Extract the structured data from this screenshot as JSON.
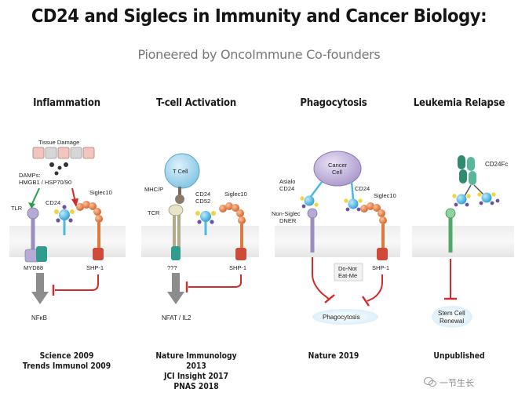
{
  "header": {
    "title": "CD24 and Siglecs in Immunity and Cancer Biology:",
    "subtitle": "Pioneered by OncoImmune Co-founders"
  },
  "panels": [
    {
      "title": "Inflammation",
      "labels": {
        "tissue_damage": "Tissue Damage",
        "damps": "DAMPs:",
        "damps_list": "HMGB1 / HSP70/90",
        "tlr": "TLR",
        "cd24": "CD24",
        "siglec10": "Siglec10",
        "myd88": "MYD88",
        "shp1": "SHP-1",
        "outcome": "NFκB"
      },
      "refs": [
        "Science 2009",
        "Trends Immunol 2009"
      ]
    },
    {
      "title": "T-cell Activation",
      "labels": {
        "tcell": "T Cell",
        "mhcp": "MHC/P",
        "tcr": "TCR",
        "cd24": "CD24",
        "cd52": "CD52",
        "siglec10": "Siglec10",
        "unknown": "???",
        "shp1": "SHP-1",
        "outcome": "NFAT / IL2"
      },
      "refs": [
        "Nature Immunology 2013",
        "JCI Insight 2017",
        "PNAS 2018"
      ]
    },
    {
      "title": "Phagocytosis",
      "labels": {
        "cancer_cell_1": "Cancer",
        "cancer_cell_2": "Cell",
        "asialo_1": "Asialo",
        "asialo_2": "CD24",
        "cd24": "CD24",
        "siglec10": "Siglec10",
        "nonsiglec_1": "Non-Siglec",
        "nonsiglec_2": "DNER",
        "dont_eat_1": "Do-Not",
        "dont_eat_2": "Eat-Me",
        "shp1": "SHP-1",
        "outcome": "Phagocytosis"
      },
      "refs": [
        "Nature 2019"
      ]
    },
    {
      "title": "Leukemia Relapse",
      "labels": {
        "cd24fc": "CD24Fc",
        "outcome_1": "Stem Cell",
        "outcome_2": "Renewal"
      },
      "refs": [
        "Unpublished"
      ]
    }
  ],
  "watermark": "一节生长",
  "colors": {
    "membrane": "#d9d9d9",
    "inhibit_red": "#d42a2a",
    "cd24_blue": "#4fb8e0",
    "siglec_orange": "#e07a3c",
    "tlr_purple": "#9b8dc0",
    "myd88_teal": "#2f9c8c",
    "arrow_gray": "#8c8c8c",
    "cd24fc_green": "#2e8b6f",
    "cancer_cell": "#c7b8de"
  }
}
